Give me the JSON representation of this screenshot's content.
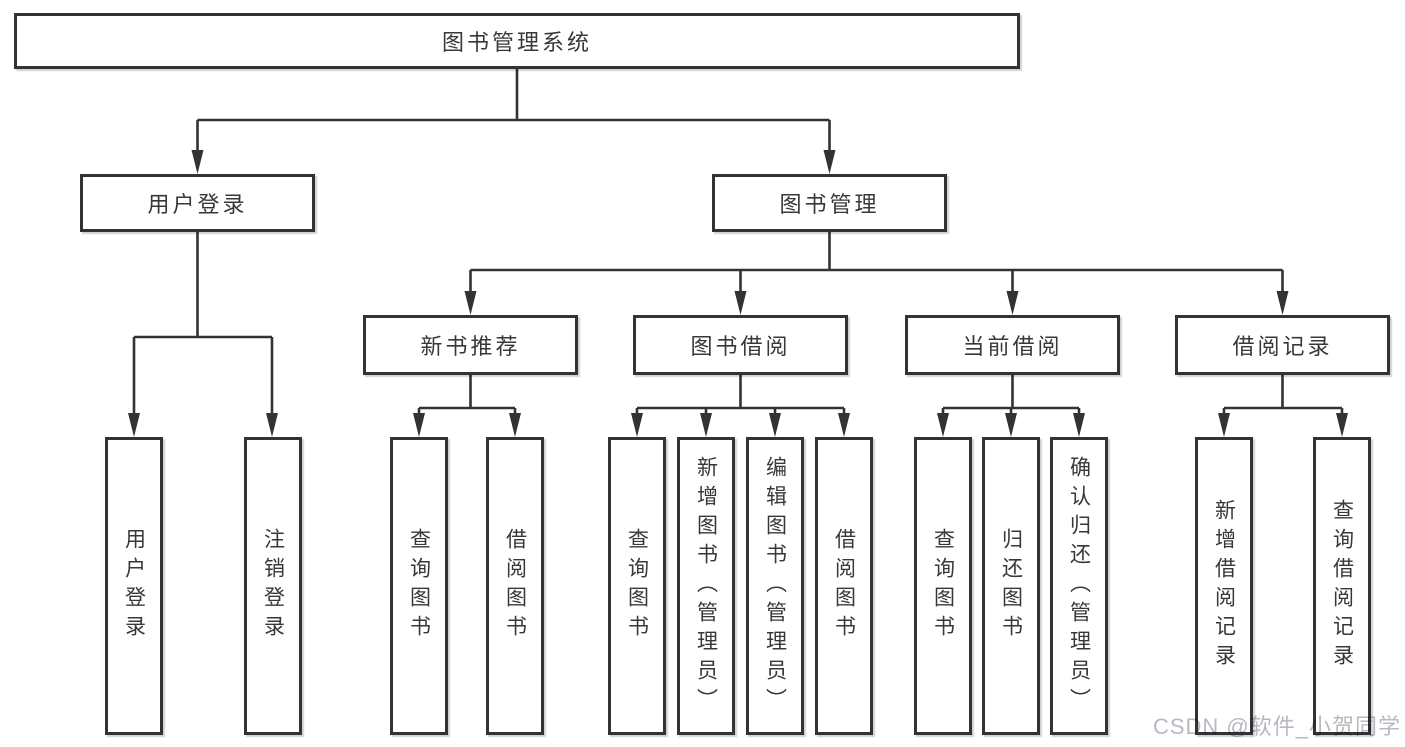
{
  "diagram": {
    "tree": {
      "label": "图书管理系统",
      "children": [
        {
          "label": "用户登录",
          "children": [
            {
              "label": "用户登录"
            },
            {
              "label": "注销登录"
            }
          ]
        },
        {
          "label": "图书管理",
          "children": [
            {
              "label": "新书推荐",
              "children": [
                {
                  "label": "查询图书"
                },
                {
                  "label": "借阅图书"
                }
              ]
            },
            {
              "label": "图书借阅",
              "children": [
                {
                  "label": "查询图书"
                },
                {
                  "label": "新增图书（管理员）"
                },
                {
                  "label": "编辑图书（管理员）"
                },
                {
                  "label": "借阅图书"
                }
              ]
            },
            {
              "label": "当前借阅",
              "children": [
                {
                  "label": "查询图书"
                },
                {
                  "label": "归还图书"
                },
                {
                  "label": "确认归还（管理员）"
                }
              ]
            },
            {
              "label": "借阅记录",
              "children": [
                {
                  "label": "新增借阅记录"
                },
                {
                  "label": "查询借阅记录"
                }
              ]
            }
          ]
        }
      ]
    },
    "colors": {
      "line": "#333333",
      "box_border": "#333333",
      "box_background": "#ffffff",
      "text": "#383838",
      "watermark": "#b5bac1"
    }
  },
  "watermark": "CSDN @软件_小贺同学"
}
